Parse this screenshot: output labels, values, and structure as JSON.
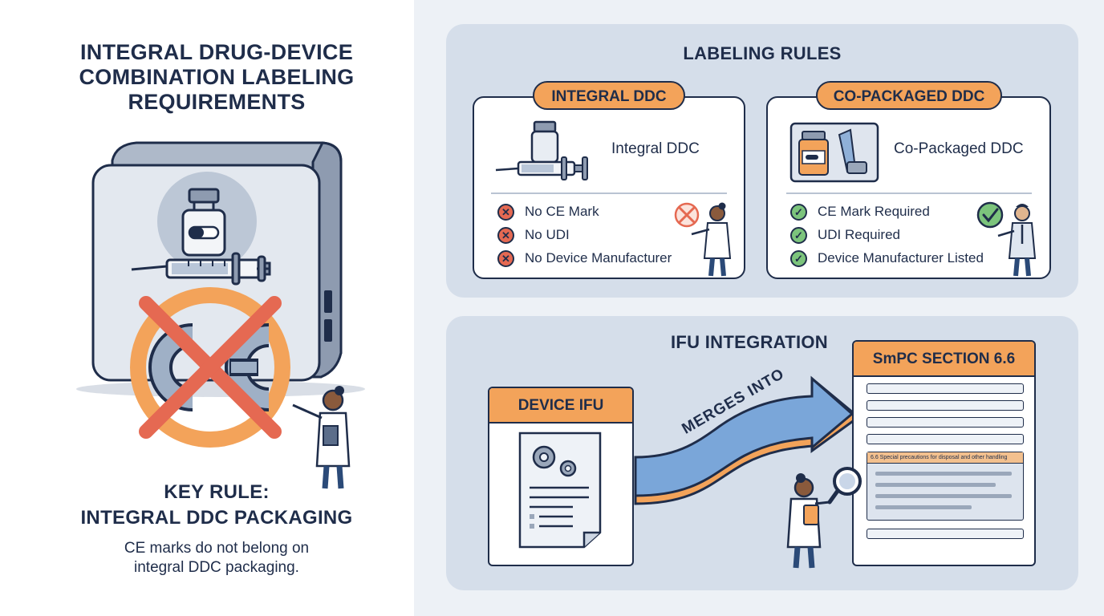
{
  "main_title_lines": [
    "INTEGRAL DRUG-DEVICE",
    "COMBINATION LABELING",
    "REQUIREMENTS"
  ],
  "key_rule": {
    "title_lines": [
      "KEY RULE:",
      "INTEGRAL DDC PACKAGING"
    ],
    "body_lines": [
      "CE marks do not belong on",
      "integral DDC packaging."
    ]
  },
  "labeling_rules": {
    "title": "LABELING RULES",
    "integral": {
      "pill": "INTEGRAL DDC",
      "heading": "Integral DDC",
      "rules": [
        "No CE Mark",
        "No UDI",
        "No Device Manufacturer"
      ]
    },
    "copack": {
      "pill": "CO-PACKAGED DDC",
      "heading": "Co-Packaged DDC",
      "rules": [
        "CE Mark Required",
        "UDI Required",
        "Device Manufacturer Listed"
      ]
    }
  },
  "ifu": {
    "title": "IFU INTEGRATION",
    "device_ifu": "DEVICE IFU",
    "arrow_text": "MERGES INTO",
    "smpc_title": "SmPC SECTION 6.6",
    "smpc_highlight": "6.6 Special precautions for disposal and other handling"
  },
  "colors": {
    "navy": "#1f2d4a",
    "orange": "#f3a35a",
    "red": "#e56952",
    "green": "#7cc47c",
    "blue": "#6f9bd1",
    "panel": "#d5deea"
  }
}
